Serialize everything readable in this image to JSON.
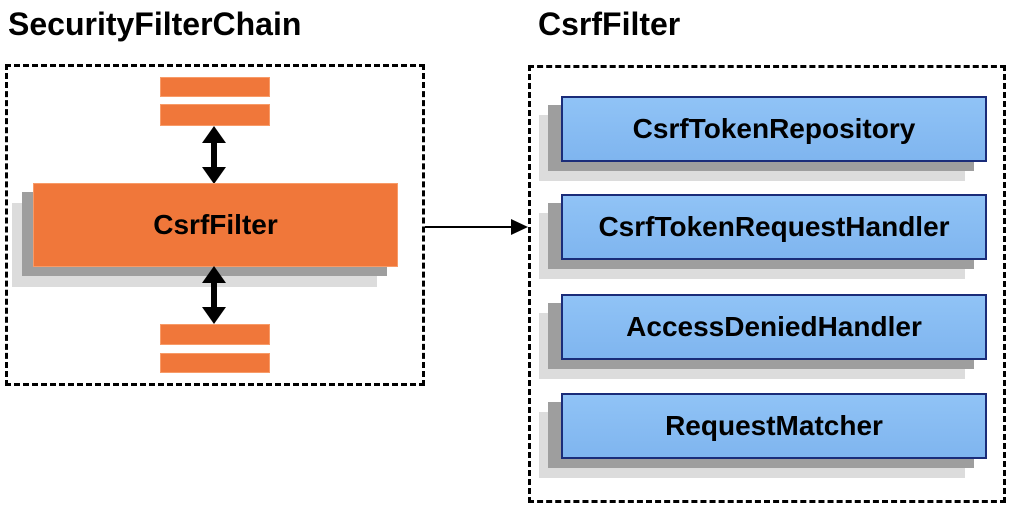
{
  "diagram": {
    "left_panel": {
      "title": "SecurityFilterChain",
      "filter_box_label": "CsrfFilter"
    },
    "right_panel": {
      "title": "CsrfFilter",
      "components": [
        "CsrfTokenRepository",
        "CsrfTokenRequestHandler",
        "AccessDeniedHandler",
        "RequestMatcher"
      ]
    },
    "colors": {
      "orange_fill": "#F0773A",
      "orange_edge": "#F89B68",
      "blue_fill_top": "#90C3F6",
      "blue_fill_bottom": "#7FB5EF",
      "blue_border": "#1A2C79",
      "shadow_dark": "#9E9E9E",
      "shadow_light": "#DCDCDC"
    }
  }
}
